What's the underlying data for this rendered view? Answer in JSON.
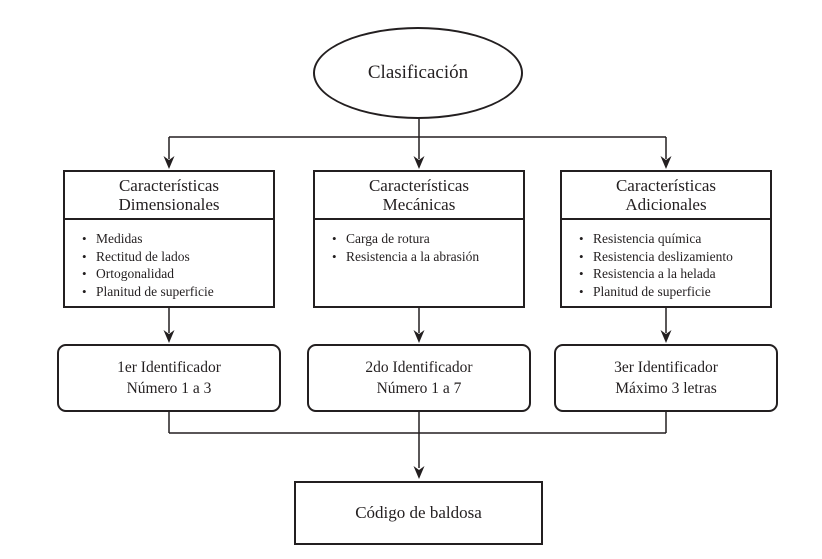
{
  "root": {
    "label": "Clasificación"
  },
  "branches": [
    {
      "header": {
        "line1": "Características",
        "line2": "Dimensionales"
      },
      "items": [
        "Medidas",
        "Rectitud de lados",
        "Ortogonalidad",
        "Planitud de superficie"
      ],
      "identifier": {
        "line1": "1er Identificador",
        "line2": "Número 1 a 3"
      }
    },
    {
      "header": {
        "line1": "Características",
        "line2": "Mecánicas"
      },
      "items": [
        "Carga de rotura",
        "Resistencia a la abrasión"
      ],
      "identifier": {
        "line1": "2do Identificador",
        "line2": "Número 1 a 7"
      }
    },
    {
      "header": {
        "line1": "Características",
        "line2": "Adicionales"
      },
      "items": [
        "Resistencia química",
        "Resistencia deslizamiento",
        "Resistencia a la helada",
        "Planitud de superficie"
      ],
      "identifier": {
        "line1": "3er Identificador",
        "line2": "Máximo 3 letras"
      }
    }
  ],
  "result": {
    "label": "Código de baldosa"
  },
  "colors": {
    "line": "#231f20",
    "text": "#231f20",
    "background": "#ffffff"
  }
}
